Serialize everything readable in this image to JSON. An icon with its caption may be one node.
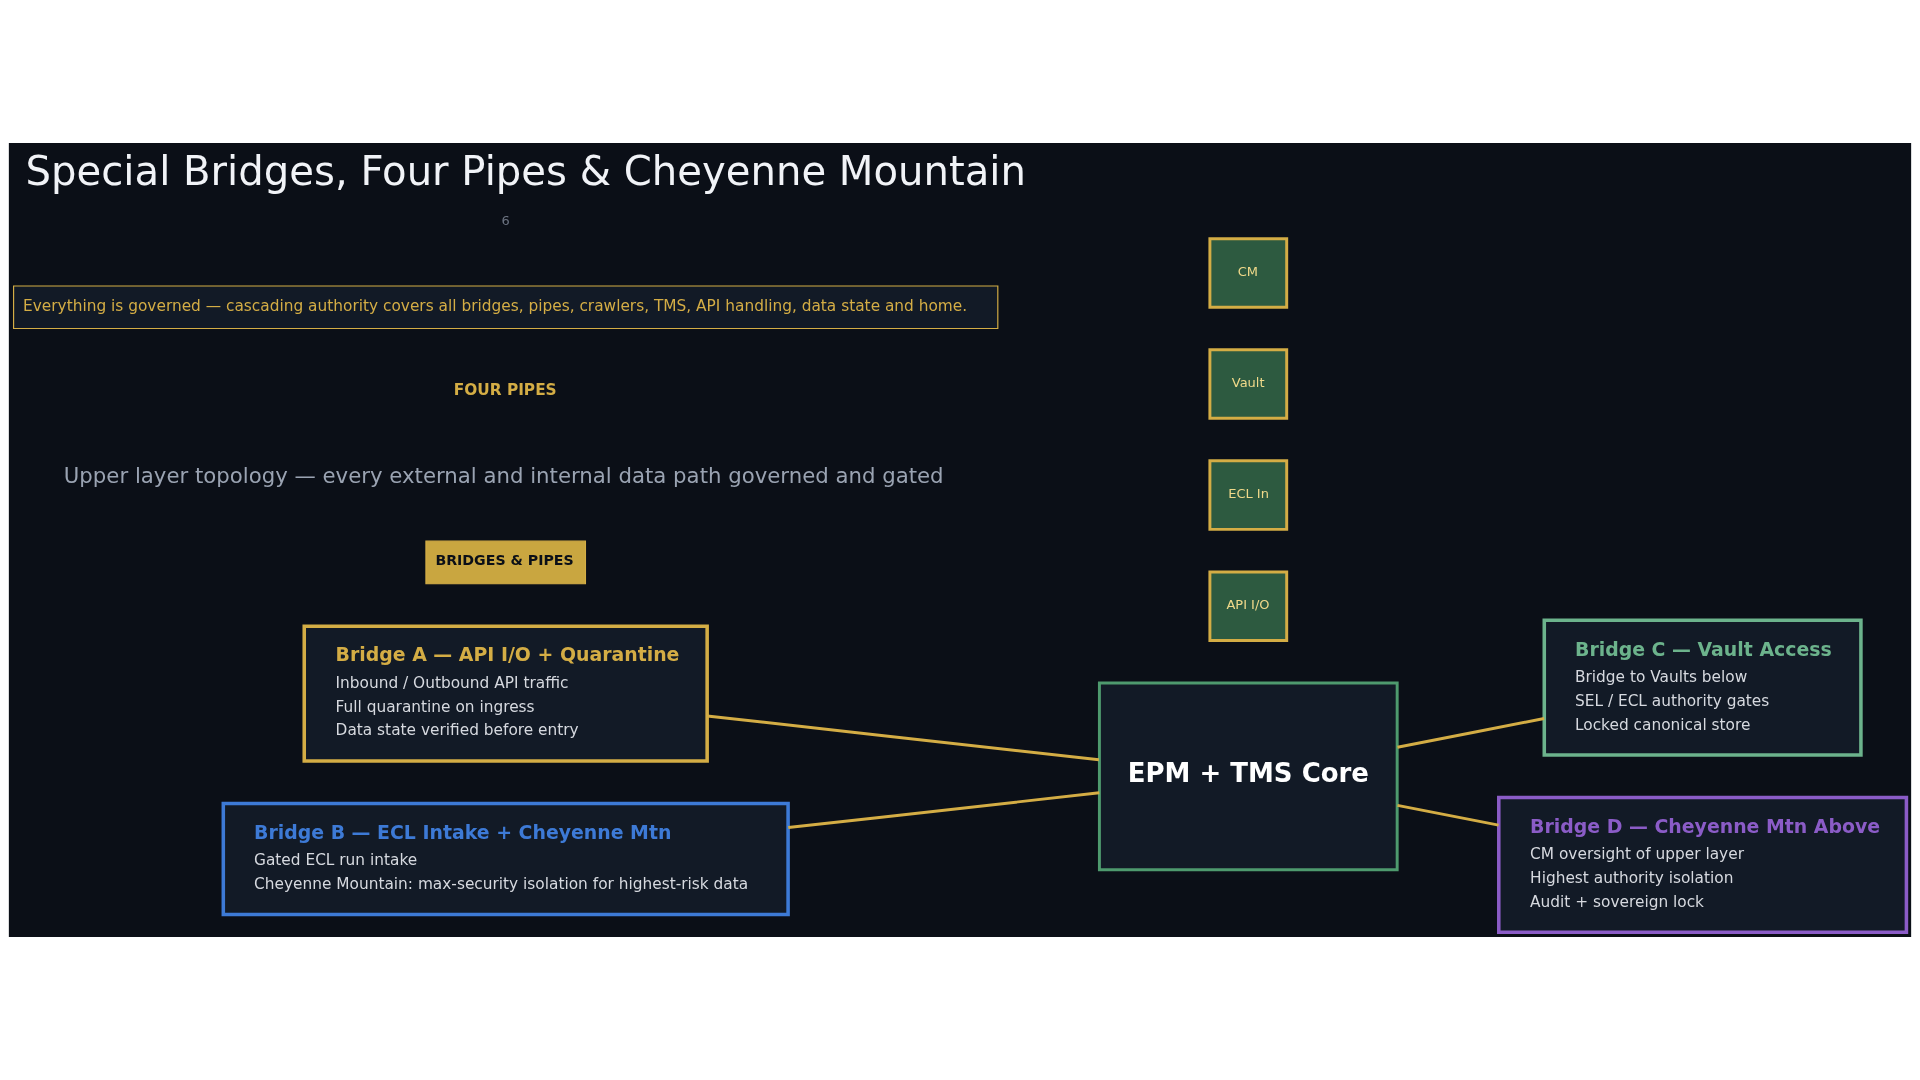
{
  "diagram": {
    "title": "Special Bridges, Four Pipes & Cheyenne Mountain",
    "nodes": [
      {
        "text": [
          "Bridge A — API I/O + Quarantine",
          "Inbound / Outbound API traffic",
          "Full quarantine on ingress",
          "Data state verified before entry"
        ]
      },
      {
        "text": [
          "Bridge B — ECL Intake + Cheyenne Mtn",
          "Gated ECL run intake",
          "Cheyenne Mountain: max-security isolation for highest-risk data"
        ]
      },
      {
        "text": [
          "EPM + TMS Core"
        ]
      },
      {
        "text": [
          "Bridge C — Vault Access",
          "Bridge to Vaults below",
          "SEL / ECL authority gates",
          "Locked canonical store"
        ]
      },
      {
        "text": [
          "Bridge D — Cheyenne Mtn Above",
          "CM oversight of upper layer",
          "Highest authority isolation",
          "Audit + sovereign lock"
        ]
      },
      {
        "text": [
          "API I/O"
        ]
      },
      {
        "text": [
          "ECL In"
        ]
      },
      {
        "text": [
          "Vault"
        ]
      },
      {
        "text": [
          "CM"
        ]
      }
    ],
    "edges": [
      {
        "from": 0,
        "to": 2,
        "arrow": "none"
      },
      {
        "from": 1,
        "to": 2,
        "arrow": "none"
      },
      {
        "from": 2,
        "to": 3,
        "arrow": "none"
      },
      {
        "from": 2,
        "to": 4,
        "arrow": "none"
      }
    ],
    "labels": [
      "BRIDGES & PIPES",
      "Upper layer topology — every external and internal data path governed and gated",
      "FOUR PIPES",
      "Everything is governed — cascading authority covers all bridges, pipes, crawlers, TMS, API handling, data state and home.",
      "6"
    ]
  }
}
